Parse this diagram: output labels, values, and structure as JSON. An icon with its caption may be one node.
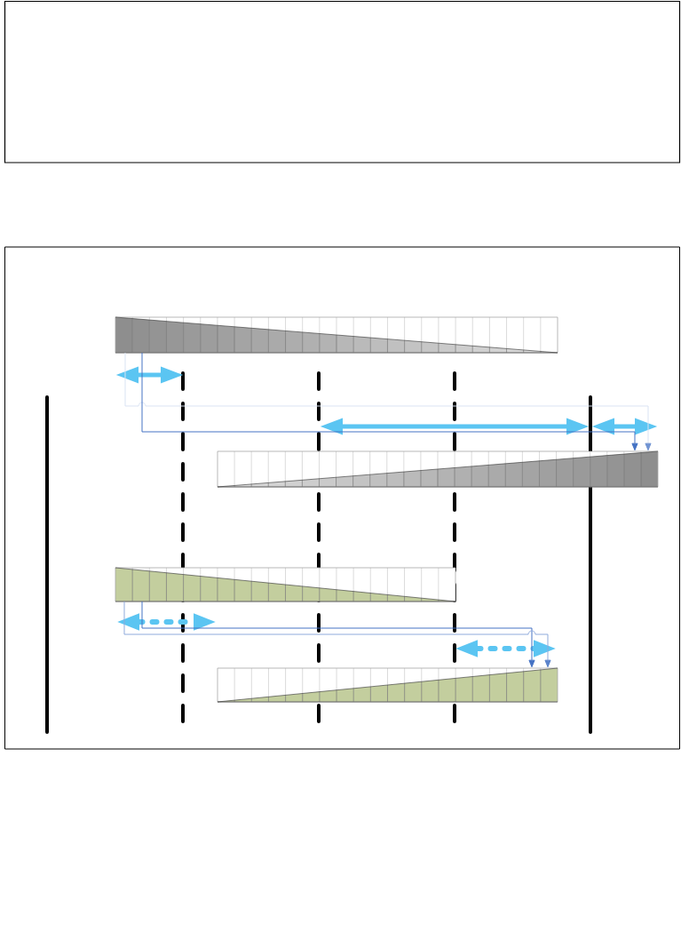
{
  "diagram": {
    "nodes": [
      {
        "text": [],
        "shape": "bar"
      },
      {
        "text": [],
        "shape": "bar"
      },
      {
        "text": [],
        "shape": "bar"
      },
      {
        "text": [],
        "shape": "bar"
      }
    ],
    "edges": [
      {
        "from": 0,
        "to": 1,
        "arrow": "to",
        "color": "#dae3f3"
      },
      {
        "from": 0,
        "to": 1,
        "arrow": "to"
      },
      {
        "from": 2,
        "to": 3,
        "arrow": "to"
      },
      {
        "from": 2,
        "to": 3,
        "arrow": "to",
        "color": "#8faadc"
      }
    ]
  }
}
